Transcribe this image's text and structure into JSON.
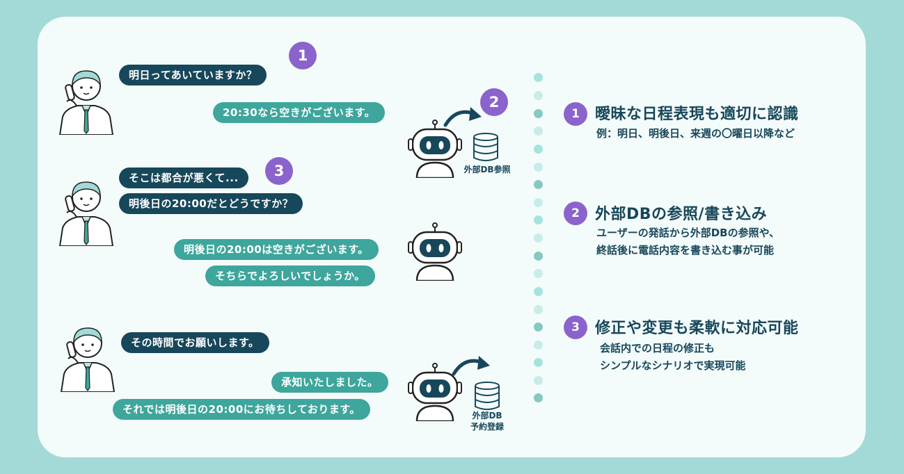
{
  "chat": {
    "a1": "明日ってあいていますか？",
    "b1": "20:30なら空きがございます。",
    "db1": "外部DB参照",
    "a2": "そこは都合が悪くて...",
    "a3": "明後日の20:00だとどうですか？",
    "b2": "明後日の20:00は空きがございます。",
    "b3": "そちらでよろしいでしょうか。",
    "a4": "その時間でお願いします。",
    "b4": "承知いたしました。",
    "b5": "それでは明後日の20:00にお待ちしております。",
    "db2_line1": "外部DB",
    "db2_line2": "予約登録"
  },
  "markers": {
    "one": "1",
    "two": "2",
    "three": "3"
  },
  "features": [
    {
      "num": "1",
      "title": "曖昧な日程表現も適切に認識",
      "lines": [
        "例：明日、明後日、来週の〇曜日以降など"
      ]
    },
    {
      "num": "2",
      "title": "外部DBの参照/書き込み",
      "lines": [
        "ユーザーの発話から外部DBの参照や、",
        "終話後に電話内容を書き込む事が可能"
      ]
    },
    {
      "num": "3",
      "title": "修正や変更も柔軟に対応可能",
      "lines": [
        "会話内での日程の修正も",
        "シンプルなシナリオで実現可能"
      ]
    }
  ],
  "colors": {
    "background": "#a3d9d6",
    "card": "#f4fbfb",
    "dark_bubble": "#17475a",
    "teal_bubble": "#3ea69c",
    "marker": "#8b63cc"
  }
}
